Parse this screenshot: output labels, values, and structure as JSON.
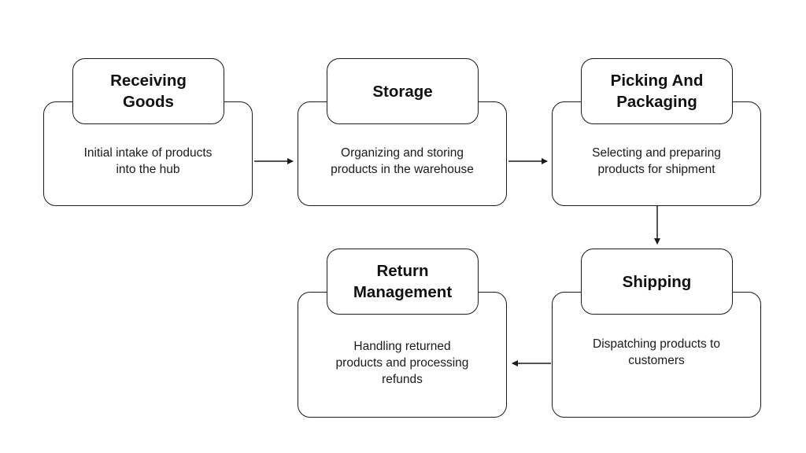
{
  "steps": [
    {
      "title": "Receiving\nGoods",
      "description": "Initial intake of products\ninto the hub"
    },
    {
      "title": "Storage",
      "description": "Organizing and storing\nproducts in the warehouse"
    },
    {
      "title": "Picking And\nPackaging",
      "description": "Selecting and preparing\nproducts for shipment"
    },
    {
      "title": "Shipping",
      "description": "Dispatching products to\ncustomers"
    },
    {
      "title": "Return\nManagement",
      "description": "Handling returned\nproducts and processing\nrefunds"
    }
  ]
}
